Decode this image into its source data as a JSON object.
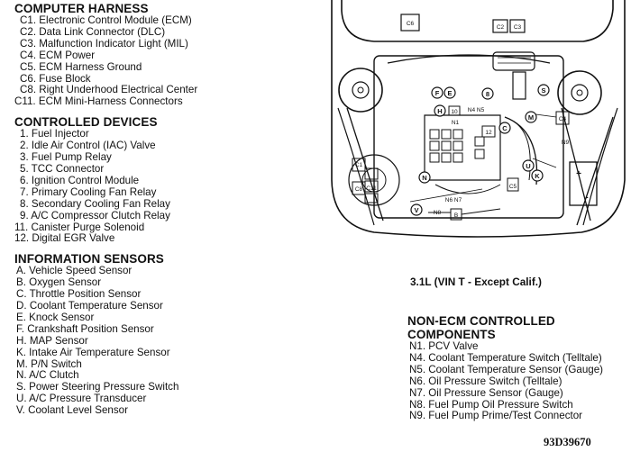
{
  "sections": {
    "computer_harness": {
      "title": "COMPUTER HARNESS",
      "items": [
        "C1. Electronic Control Module (ECM)",
        "C2. Data Link Connector (DLC)",
        "C3. Malfunction Indicator Light (MIL)",
        "C4. ECM Power",
        "C5. ECM Harness Ground",
        "C6. Fuse Block",
        "C8. Right Underhood Electrical Center",
        "C11. ECM Mini-Harness Connectors"
      ]
    },
    "controlled_devices": {
      "title": "CONTROLLED DEVICES",
      "items": [
        "1. Fuel Injector",
        "2. Idle Air Control (IAC) Valve",
        "3. Fuel Pump Relay",
        "5. TCC Connector",
        "6. Ignition Control Module",
        "7. Primary Cooling Fan Relay",
        "8. Secondary Cooling Fan Relay",
        "9. A/C Compressor Clutch Relay",
        "11. Canister Purge Solenoid",
        "12. Digital EGR Valve"
      ]
    },
    "information_sensors": {
      "title": "INFORMATION SENSORS",
      "items": [
        "A. Vehicle Speed Sensor",
        "B. Oxygen Sensor",
        "C. Throttle Position Sensor",
        "D. Coolant Temperature Sensor",
        "E. Knock Sensor",
        "F. Crankshaft Position Sensor",
        "H. MAP Sensor",
        "K. Intake Air Temperature Sensor",
        "M. P/N Switch",
        "N. A/C Clutch",
        "S. Power Steering Pressure Switch",
        "U. A/C Pressure Transducer",
        "V. Coolant Level Sensor"
      ]
    },
    "non_ecm": {
      "title_line1": "NON-ECM CONTROLLED",
      "title_line2": "COMPONENTS",
      "items": [
        "N1. PCV Valve",
        "N4. Coolant Temperature Switch (Telltale)",
        "N5. Coolant Temperature Sensor (Gauge)",
        "N6. Oil Pressure Switch (Telltale)",
        "N7. Oil Pressure Sensor (Gauge)",
        "N8. Fuel Pump Oil Pressure Switch",
        "N9. Fuel Pump Prime/Test Connector"
      ]
    }
  },
  "engine_caption": "3.1L (VIN T  -  Except Calif.)",
  "figure_ref": "93D39670",
  "diagram_labels": {
    "c6": "C6",
    "c2": "C2",
    "c3": "C3",
    "s": "S",
    "f": "F",
    "e": "E",
    "n8circle": "8",
    "h": "H",
    "n10": "10",
    "n1": "N1",
    "n4n5": "N4 N5",
    "m": "M",
    "c": "C",
    "n12": "12",
    "c4": "C4",
    "n9": "N9",
    "c1": "C1",
    "c8": "C8",
    "c11": "C11",
    "n": "N",
    "u": "U",
    "k": "K",
    "c5": "C5",
    "n6n7": "N6 N7",
    "v": "V",
    "n8": "N8",
    "b": "B",
    "bat_plus": "+",
    "bat_minus": "-"
  }
}
